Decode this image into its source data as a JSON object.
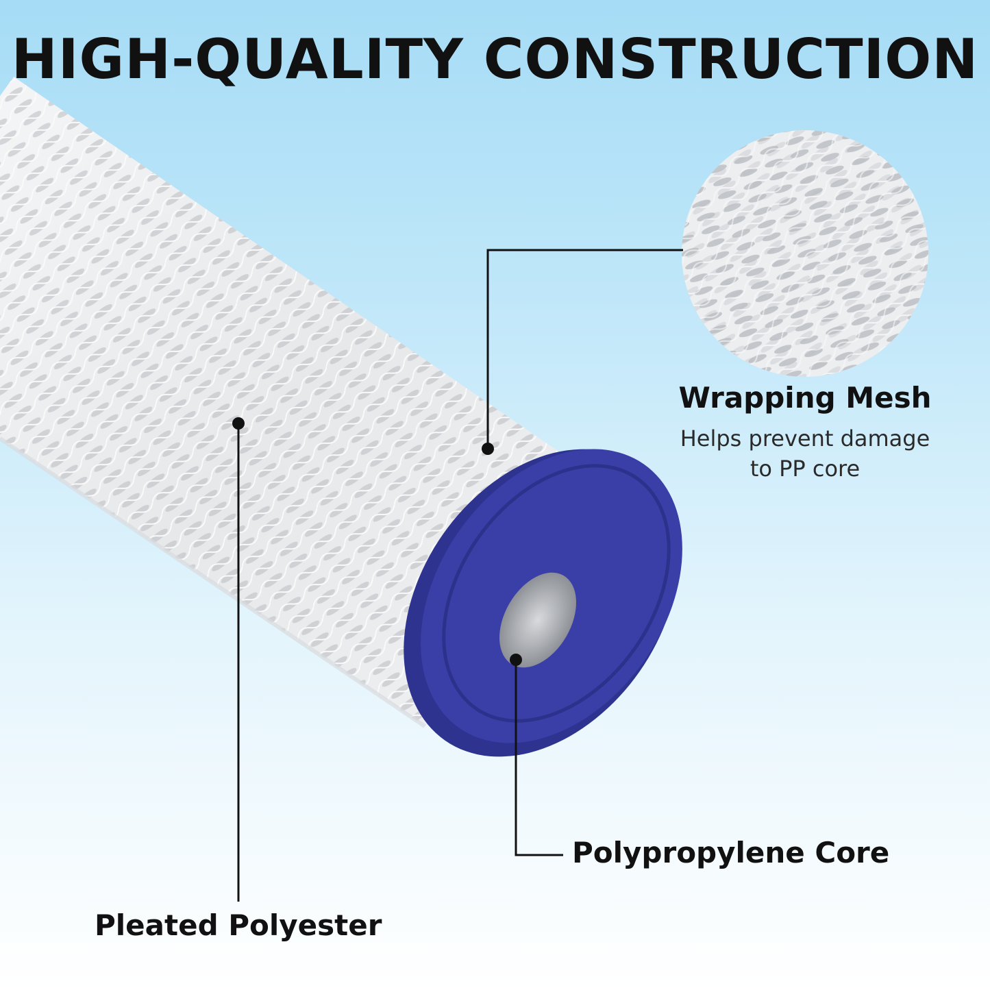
{
  "title": "HIGH-QUALITY CONSTRUCTION",
  "callouts": {
    "wrapping_mesh": {
      "title": "Wrapping Mesh",
      "description_line1": "Helps prevent damage",
      "description_line2": "to PP core"
    },
    "polypropylene_core": {
      "title": "Polypropylene Core"
    },
    "pleated_polyester": {
      "title": "Pleated Polyester"
    }
  },
  "colors": {
    "background_top": "#a6dcf6",
    "background_bottom": "#ffffff",
    "end_cap": "#3a3fa8",
    "filter_body": "#eeeeee",
    "text": "#111111"
  },
  "icons": [
    "filter-cartridge-image",
    "mesh-closeup-image"
  ]
}
